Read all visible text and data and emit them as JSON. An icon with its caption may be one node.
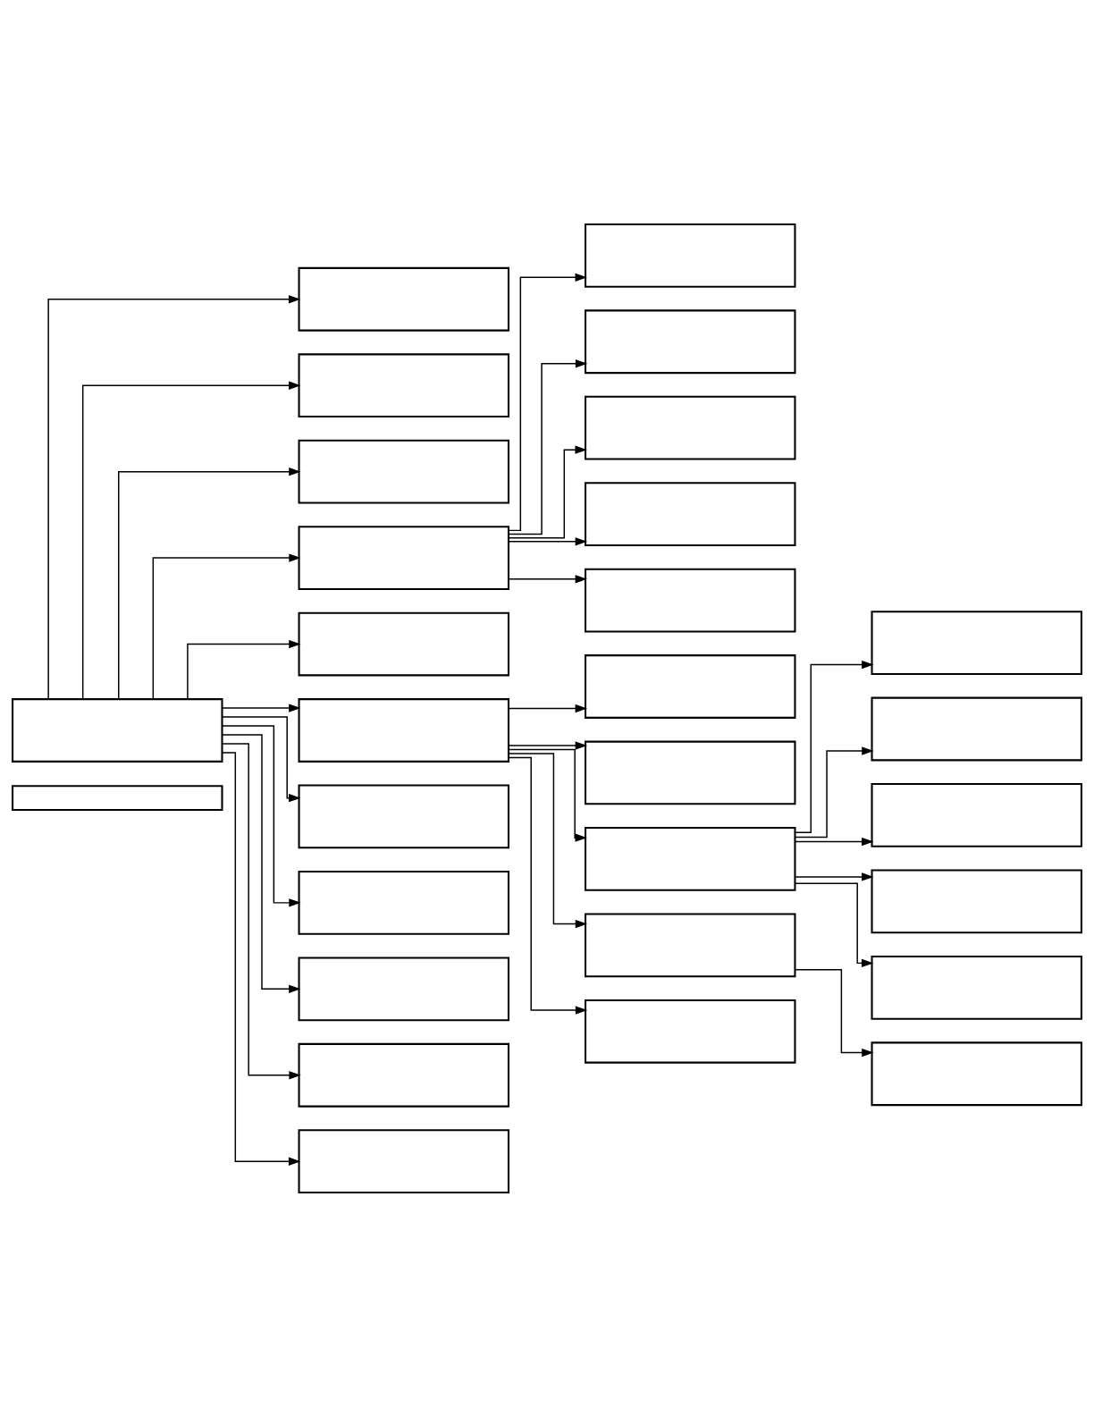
{
  "diagram": {
    "nodes": [
      {
        "text": [],
        "shape": "box"
      },
      {
        "text": [],
        "shape": "box"
      },
      {
        "text": [],
        "shape": "box"
      },
      {
        "text": [],
        "shape": "box"
      },
      {
        "text": [],
        "shape": "box"
      },
      {
        "text": [],
        "shape": "box"
      },
      {
        "text": [],
        "shape": "box"
      },
      {
        "text": [],
        "shape": "box"
      },
      {
        "text": [],
        "shape": "box"
      },
      {
        "text": [],
        "shape": "box"
      },
      {
        "text": [],
        "shape": "box"
      },
      {
        "text": [],
        "shape": "box"
      },
      {
        "text": [],
        "shape": "box"
      },
      {
        "text": [],
        "shape": "box"
      },
      {
        "text": [],
        "shape": "box"
      },
      {
        "text": [],
        "shape": "box"
      },
      {
        "text": [],
        "shape": "box"
      },
      {
        "text": [],
        "shape": "box"
      },
      {
        "text": [],
        "shape": "box"
      },
      {
        "text": [],
        "shape": "box"
      },
      {
        "text": [],
        "shape": "box"
      },
      {
        "text": [],
        "shape": "box"
      },
      {
        "text": [],
        "shape": "box"
      },
      {
        "text": [],
        "shape": "box"
      },
      {
        "text": [],
        "shape": "box"
      },
      {
        "text": [],
        "shape": "box"
      },
      {
        "text": [],
        "shape": "box"
      },
      {
        "text": [],
        "shape": "box"
      },
      {
        "text": [],
        "shape": "box"
      }
    ],
    "edges": [
      {
        "from": 1,
        "to": 2,
        "arrow": "to"
      },
      {
        "from": 1,
        "to": 11,
        "arrow": "to"
      },
      {
        "from": 1,
        "to": 12,
        "arrow": "to"
      },
      {
        "from": 1,
        "to": 3,
        "arrow": "to"
      },
      {
        "from": 1,
        "to": 4,
        "arrow": "to"
      },
      {
        "from": 1,
        "to": 5,
        "arrow": "to"
      },
      {
        "from": 1,
        "to": 15,
        "arrow": "to"
      },
      {
        "from": 1,
        "to": 16,
        "arrow": "to"
      },
      {
        "from": 1,
        "to": 17,
        "arrow": "to"
      },
      {
        "from": 1,
        "to": 18,
        "arrow": "to"
      },
      {
        "from": 1,
        "to": 19,
        "arrow": "to"
      },
      {
        "from": 12,
        "to": 14,
        "arrow": "to"
      },
      {
        "from": 12,
        "to": 13,
        "arrow": "to"
      },
      {
        "from": 5,
        "to": 6,
        "arrow": "to"
      },
      {
        "from": 5,
        "to": 7,
        "arrow": "to"
      },
      {
        "from": 5,
        "to": 8,
        "arrow": "to"
      },
      {
        "from": 5,
        "to": 9,
        "arrow": "to"
      },
      {
        "from": 5,
        "to": 10,
        "arrow": "to"
      },
      {
        "from": 12,
        "to": 20,
        "arrow": "to"
      },
      {
        "from": 12,
        "to": 26,
        "arrow": "to"
      },
      {
        "from": 12,
        "to": 28,
        "arrow": "to"
      },
      {
        "from": 20,
        "to": 21,
        "arrow": "to"
      },
      {
        "from": 20,
        "to": 22,
        "arrow": "to"
      },
      {
        "from": 20,
        "to": 23,
        "arrow": "to"
      },
      {
        "from": 20,
        "to": 24,
        "arrow": "to"
      },
      {
        "from": 20,
        "to": 25,
        "arrow": "to"
      },
      {
        "from": 26,
        "to": 27,
        "arrow": "to"
      }
    ]
  }
}
